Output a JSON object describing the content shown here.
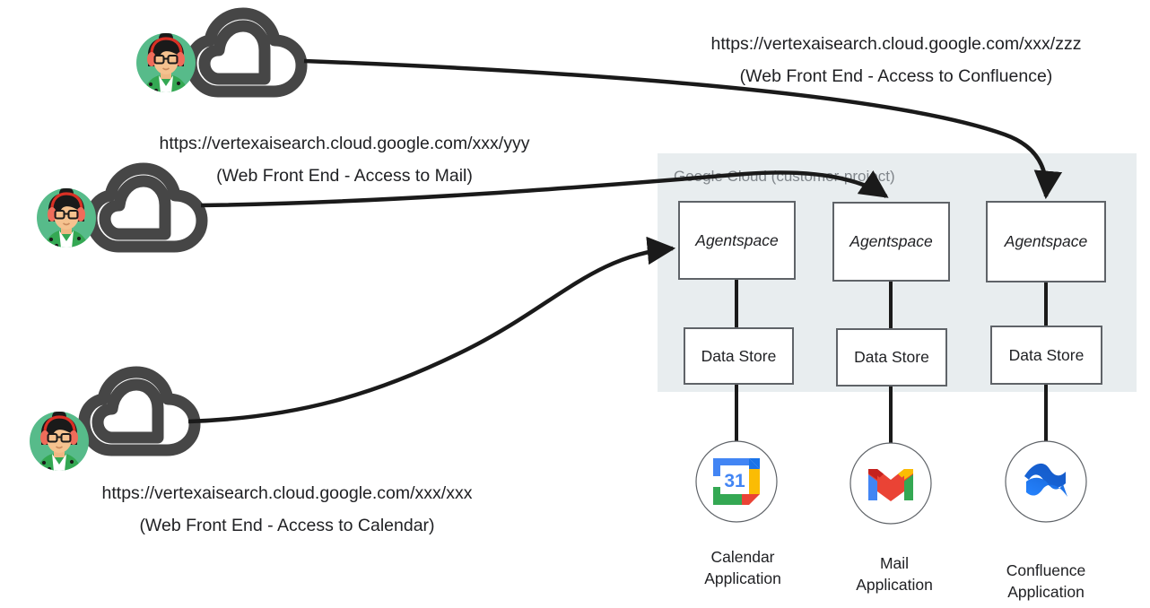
{
  "container": {
    "title": "Google Cloud (customer-project)",
    "fill": "#e8edef"
  },
  "columns": [
    {
      "agentspace_label": "Agentspace",
      "datastore_label": "Data Store",
      "app_icon": "google-calendar-icon",
      "app_caption_line1": "Calendar",
      "app_caption_line2": "Application",
      "calendar_day": "31"
    },
    {
      "agentspace_label": "Agentspace",
      "datastore_label": "Data Store",
      "app_icon": "gmail-icon",
      "app_caption_line1": "Mail",
      "app_caption_line2": "Application"
    },
    {
      "agentspace_label": "Agentspace",
      "datastore_label": "Data Store",
      "app_icon": "confluence-icon",
      "app_caption_line1": "Confluence",
      "app_caption_line2": "Application"
    }
  ],
  "users": [
    {
      "icon": "user-avatar-icon",
      "cloud_icon": "cloud-icon",
      "url": "https://vertexaisearch.cloud.google.com/xxx/zzz",
      "description": "(Web Front End - Access to Confluence)"
    },
    {
      "icon": "user-avatar-icon",
      "cloud_icon": "cloud-icon",
      "url": "https://vertexaisearch.cloud.google.com/xxx/yyy",
      "description": "(Web Front End - Access to Mail)"
    },
    {
      "icon": "user-avatar-icon",
      "cloud_icon": "cloud-icon",
      "url": "https://vertexaisearch.cloud.google.com/xxx/xxx",
      "description": "(Web Front End - Access to Calendar)"
    }
  ],
  "colors": {
    "box_stroke": "#5f6368",
    "box_fill": "#ffffff",
    "connector": "#1a1a1a",
    "arrow": "#1a1a1a",
    "cloud_outline": "#464646",
    "avatar_bg": "#57bb8a",
    "calendar_blue": "#4285f4",
    "calendar_yellow": "#fbbc04",
    "calendar_green": "#34a853",
    "calendar_red": "#ea4335",
    "gmail_red": "#ea4335",
    "gmail_dark_red": "#c5221f",
    "gmail_blue": "#4285f4",
    "gmail_yellow": "#fbbc04",
    "gmail_green": "#34a853",
    "confluence_blue_dark": "#1868db",
    "confluence_blue_light": "#2684ff"
  }
}
